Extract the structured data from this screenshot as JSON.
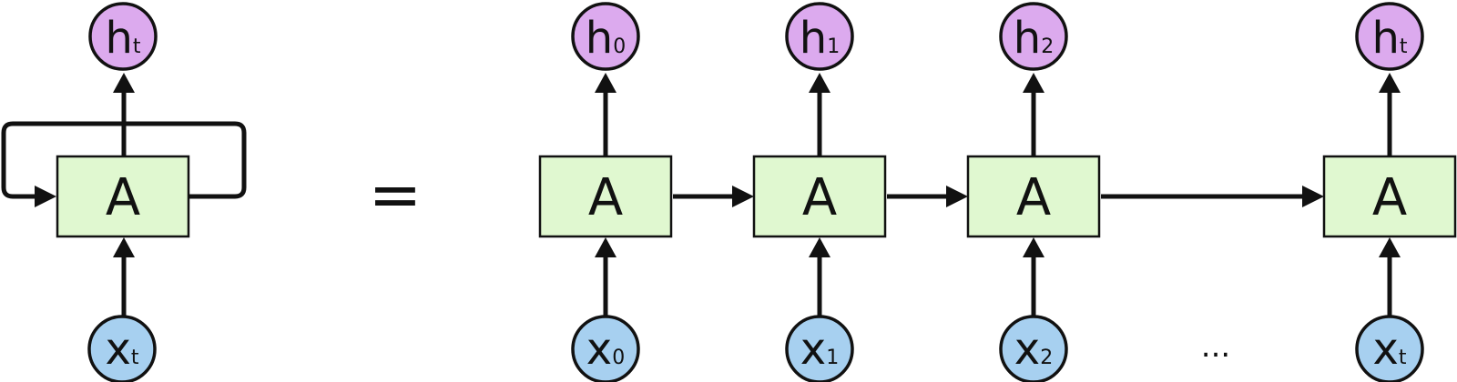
{
  "colors": {
    "cell_fill": "#e0f8d0",
    "hidden_fill": "#dcaaee",
    "input_fill": "#a7d0f0",
    "stroke": "#111111"
  },
  "rolled": {
    "cell": {
      "label": "A"
    },
    "output": {
      "main": "h",
      "sub": "t"
    },
    "input": {
      "main": "x",
      "sub": "t"
    }
  },
  "equals_sign": "=",
  "ellipsis": "...",
  "unrolled": [
    {
      "cell": {
        "label": "A"
      },
      "output": {
        "main": "h",
        "sub": "0"
      },
      "input": {
        "main": "x",
        "sub": "0"
      }
    },
    {
      "cell": {
        "label": "A"
      },
      "output": {
        "main": "h",
        "sub": "1"
      },
      "input": {
        "main": "x",
        "sub": "1"
      }
    },
    {
      "cell": {
        "label": "A"
      },
      "output": {
        "main": "h",
        "sub": "2"
      },
      "input": {
        "main": "x",
        "sub": "2"
      }
    },
    {
      "cell": {
        "label": "A"
      },
      "output": {
        "main": "h",
        "sub": "t"
      },
      "input": {
        "main": "x",
        "sub": "t"
      }
    }
  ]
}
